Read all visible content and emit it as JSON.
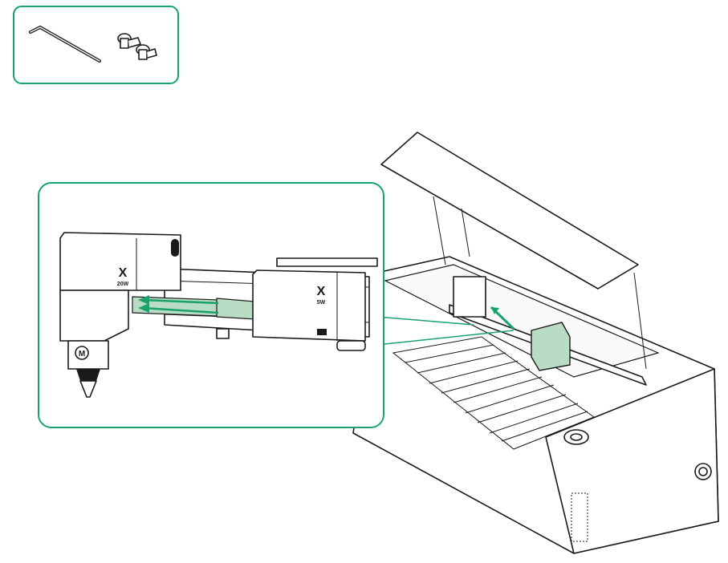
{
  "colors": {
    "accent": "#1aa26c",
    "accent_fill": "#b9dcc4",
    "line": "#1a1a1a"
  },
  "parts_box": {
    "items": [
      "hex-key",
      "screws"
    ]
  },
  "detail_callout": {
    "new_module_logo": "X",
    "new_module_power": "20W",
    "old_module_logo": "X",
    "old_module_power": "5W",
    "nozzle_logo": "M"
  }
}
